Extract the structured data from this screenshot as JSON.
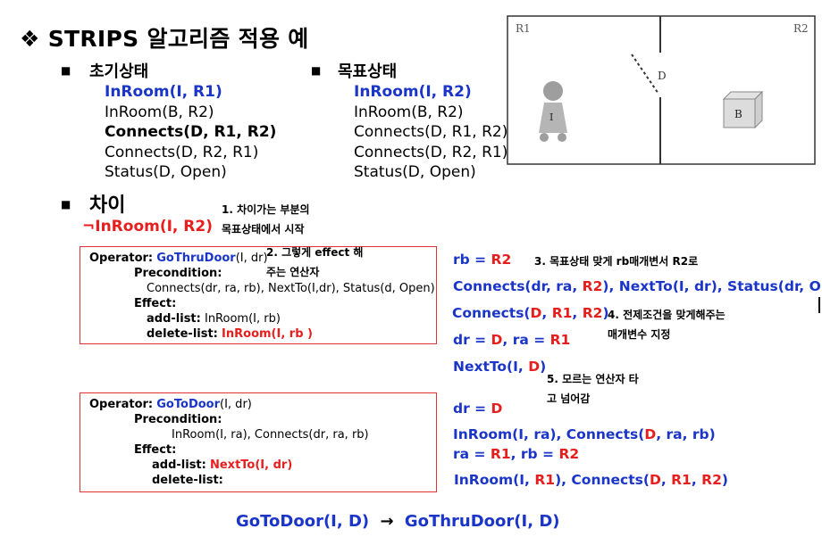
{
  "title": "❖ STRIPS 알고리즘 적용 예",
  "initial": {
    "heading": "초기상태",
    "items": [
      "InRoom(I, R1)",
      "InRoom(B, R2)",
      "Connects(D, R1, R2)",
      "Connects(D, R2, R1)",
      "Status(D, Open)"
    ]
  },
  "goal": {
    "heading": "목표상태",
    "items": [
      "InRoom(I, R2)",
      "InRoom(B, R2)",
      "Connects(D, R1, R2)",
      "Connects(D, R2, R1)",
      "Status(D, Open)"
    ]
  },
  "difference": {
    "heading": "차이",
    "value": "¬InRoom(I, R2)"
  },
  "notes": {
    "n1_line1": "1. 차이가는 부분의",
    "n1_line2": "목표상태에서 시작",
    "n2_line1": "2. 그렇게 effect 해",
    "n2_line2": "주는 연산자",
    "n3": "3. 목표상태 맞게 rb매개변서 R2로",
    "n4_line1": "4. 전제조건을 맞게해주는",
    "n4_line2": "매개변수 지정",
    "n5_line1": "5. 모르는 연산자 타",
    "n5_line2": "고 넘어감"
  },
  "op1": {
    "operator_label": "Operator:",
    "operator_name": "GoThruDoor",
    "operator_args": "(I, dr)",
    "precondition_label": "Precondition:",
    "precondition_value": "Connects(dr, ra, rb), NextTo(I,dr), Status(d, Open)",
    "effect_label": "Effect:",
    "add_label": "add-list:",
    "add_value": "InRoom(I, rb)",
    "delete_label": "delete-list:",
    "delete_value": "InRoom(I, rb )"
  },
  "op2": {
    "operator_label": "Operator:",
    "operator_name": "GoToDoor",
    "operator_args": "(I, dr)",
    "precondition_label": "Precondition:",
    "precondition_value": "InRoom(I, ra), Connects(dr, ra, rb)",
    "effect_label": "Effect:",
    "add_label": "add-list:",
    "add_value": "NextTo(I, dr)",
    "delete_label": "delete-list:",
    "delete_value": ""
  },
  "rhs": {
    "r1_a": "rb = ",
    "r1_b": "R2",
    "r2_a": "Connects(dr, ra, ",
    "r2_b": "R2",
    "r2_c": "), NextTo(I, dr), Status(dr, Open)",
    "r3_a": "Connects(",
    "r3_b": "D",
    "r3_c": ", ",
    "r3_d": "R1",
    "r3_e": ", ",
    "r3_f": "R2",
    "r3_g": ")",
    "r4_a": "dr = ",
    "r4_b": "D",
    "r4_c": ", ra = ",
    "r4_d": "R1",
    "r5_a": "NextTo(I, ",
    "r5_b": "D",
    "r5_c": ")",
    "r6_a": "dr = ",
    "r6_b": "D",
    "r7_a": "InRoom(I, ra), Connects(",
    "r7_b": "D",
    "r7_c": ", ra, rb)",
    "r8_a": "ra = ",
    "r8_b": "R1",
    "r8_c": ", rb = ",
    "r8_d": "R2",
    "r9_a": "InRoom(I, ",
    "r9_b": "R1",
    "r9_c": "),  Connects(",
    "r9_d": "D",
    "r9_e": ", ",
    "r9_f": "R1",
    "r9_g": ", ",
    "r9_h": "R2",
    "r9_i": ")"
  },
  "bottom": {
    "left": "GoToDoor(I, D)",
    "arrow": "→",
    "right": "GoThruDoor(I, D)"
  },
  "diagram": {
    "room1": "R1",
    "room2": "R2",
    "door": "D",
    "robot": "I",
    "box": "B"
  }
}
